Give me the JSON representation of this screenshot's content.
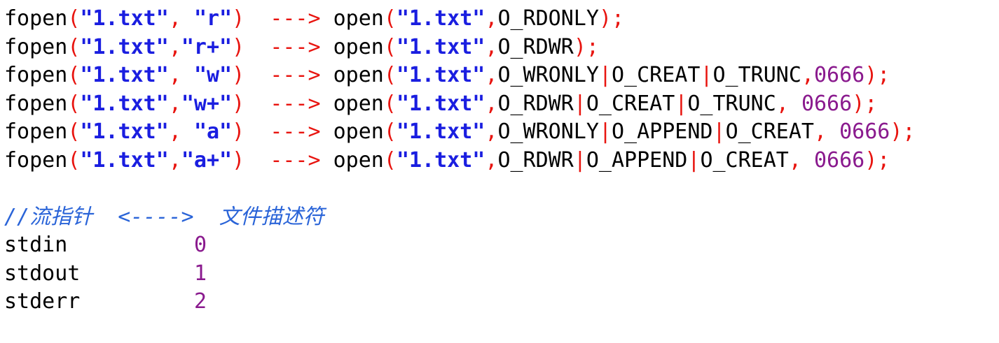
{
  "colors": {
    "background": "#ffffff",
    "keyword": "#000000",
    "operator": "#e8140f",
    "string": "#1a1ee0",
    "number": "#8a1a8e",
    "comment": "#2a64d8"
  },
  "code_lines": [
    [
      {
        "t": "fn",
        "v": "fopen"
      },
      {
        "t": "op",
        "v": "("
      },
      {
        "t": "str",
        "v": "\"1.txt\""
      },
      {
        "t": "op",
        "v": ", "
      },
      {
        "t": "str",
        "v": "\"r\""
      },
      {
        "t": "op",
        "v": ")"
      },
      {
        "t": "plain",
        "v": "  "
      },
      {
        "t": "op",
        "v": "--->"
      },
      {
        "t": "plain",
        "v": " "
      },
      {
        "t": "fn",
        "v": "open"
      },
      {
        "t": "op",
        "v": "("
      },
      {
        "t": "str",
        "v": "\"1.txt\""
      },
      {
        "t": "op",
        "v": ","
      },
      {
        "t": "id",
        "v": "O_RDONLY"
      },
      {
        "t": "op",
        "v": ");"
      }
    ],
    [
      {
        "t": "fn",
        "v": "fopen"
      },
      {
        "t": "op",
        "v": "("
      },
      {
        "t": "str",
        "v": "\"1.txt\""
      },
      {
        "t": "op",
        "v": ","
      },
      {
        "t": "str",
        "v": "\"r+\""
      },
      {
        "t": "op",
        "v": ")"
      },
      {
        "t": "plain",
        "v": "  "
      },
      {
        "t": "op",
        "v": "--->"
      },
      {
        "t": "plain",
        "v": " "
      },
      {
        "t": "fn",
        "v": "open"
      },
      {
        "t": "op",
        "v": "("
      },
      {
        "t": "str",
        "v": "\"1.txt\""
      },
      {
        "t": "op",
        "v": ","
      },
      {
        "t": "id",
        "v": "O_RDWR"
      },
      {
        "t": "op",
        "v": ");"
      }
    ],
    [
      {
        "t": "fn",
        "v": "fopen"
      },
      {
        "t": "op",
        "v": "("
      },
      {
        "t": "str",
        "v": "\"1.txt\""
      },
      {
        "t": "op",
        "v": ", "
      },
      {
        "t": "str",
        "v": "\"w\""
      },
      {
        "t": "op",
        "v": ")"
      },
      {
        "t": "plain",
        "v": "  "
      },
      {
        "t": "op",
        "v": "--->"
      },
      {
        "t": "plain",
        "v": " "
      },
      {
        "t": "fn",
        "v": "open"
      },
      {
        "t": "op",
        "v": "("
      },
      {
        "t": "str",
        "v": "\"1.txt\""
      },
      {
        "t": "op",
        "v": ","
      },
      {
        "t": "id",
        "v": "O_WRONLY"
      },
      {
        "t": "op",
        "v": "|"
      },
      {
        "t": "id",
        "v": "O_CREAT"
      },
      {
        "t": "op",
        "v": "|"
      },
      {
        "t": "id",
        "v": "O_TRUNC"
      },
      {
        "t": "op",
        "v": ","
      },
      {
        "t": "num",
        "v": "0666"
      },
      {
        "t": "op",
        "v": ");"
      }
    ],
    [
      {
        "t": "fn",
        "v": "fopen"
      },
      {
        "t": "op",
        "v": "("
      },
      {
        "t": "str",
        "v": "\"1.txt\""
      },
      {
        "t": "op",
        "v": ","
      },
      {
        "t": "str",
        "v": "\"w+\""
      },
      {
        "t": "op",
        "v": ")"
      },
      {
        "t": "plain",
        "v": "  "
      },
      {
        "t": "op",
        "v": "--->"
      },
      {
        "t": "plain",
        "v": " "
      },
      {
        "t": "fn",
        "v": "open"
      },
      {
        "t": "op",
        "v": "("
      },
      {
        "t": "str",
        "v": "\"1.txt\""
      },
      {
        "t": "op",
        "v": ","
      },
      {
        "t": "id",
        "v": "O_RDWR"
      },
      {
        "t": "op",
        "v": "|"
      },
      {
        "t": "id",
        "v": "O_CREAT"
      },
      {
        "t": "op",
        "v": "|"
      },
      {
        "t": "id",
        "v": "O_TRUNC"
      },
      {
        "t": "op",
        "v": ", "
      },
      {
        "t": "num",
        "v": "0666"
      },
      {
        "t": "op",
        "v": ");"
      }
    ],
    [
      {
        "t": "fn",
        "v": "fopen"
      },
      {
        "t": "op",
        "v": "("
      },
      {
        "t": "str",
        "v": "\"1.txt\""
      },
      {
        "t": "op",
        "v": ", "
      },
      {
        "t": "str",
        "v": "\"a\""
      },
      {
        "t": "op",
        "v": ")"
      },
      {
        "t": "plain",
        "v": "  "
      },
      {
        "t": "op",
        "v": "--->"
      },
      {
        "t": "plain",
        "v": " "
      },
      {
        "t": "fn",
        "v": "open"
      },
      {
        "t": "op",
        "v": "("
      },
      {
        "t": "str",
        "v": "\"1.txt\""
      },
      {
        "t": "op",
        "v": ","
      },
      {
        "t": "id",
        "v": "O_WRONLY"
      },
      {
        "t": "op",
        "v": "|"
      },
      {
        "t": "id",
        "v": "O_APPEND"
      },
      {
        "t": "op",
        "v": "|"
      },
      {
        "t": "id",
        "v": "O_CREAT"
      },
      {
        "t": "op",
        "v": ", "
      },
      {
        "t": "num",
        "v": "0666"
      },
      {
        "t": "op",
        "v": ");"
      }
    ],
    [
      {
        "t": "fn",
        "v": "fopen"
      },
      {
        "t": "op",
        "v": "("
      },
      {
        "t": "str",
        "v": "\"1.txt\""
      },
      {
        "t": "op",
        "v": ","
      },
      {
        "t": "str",
        "v": "\"a+\""
      },
      {
        "t": "op",
        "v": ")"
      },
      {
        "t": "plain",
        "v": "  "
      },
      {
        "t": "op",
        "v": "--->"
      },
      {
        "t": "plain",
        "v": " "
      },
      {
        "t": "fn",
        "v": "open"
      },
      {
        "t": "op",
        "v": "("
      },
      {
        "t": "str",
        "v": "\"1.txt\""
      },
      {
        "t": "op",
        "v": ","
      },
      {
        "t": "id",
        "v": "O_RDWR"
      },
      {
        "t": "op",
        "v": "|"
      },
      {
        "t": "id",
        "v": "O_APPEND"
      },
      {
        "t": "op",
        "v": "|"
      },
      {
        "t": "id",
        "v": "O_CREAT"
      },
      {
        "t": "op",
        "v": ", "
      },
      {
        "t": "num",
        "v": "0666"
      },
      {
        "t": "op",
        "v": ");"
      }
    ],
    [],
    [
      {
        "t": "com",
        "v": "//流指针  <---->  文件描述符"
      }
    ],
    [
      {
        "t": "plain",
        "v": "stdin          "
      },
      {
        "t": "num",
        "v": "0"
      }
    ],
    [
      {
        "t": "plain",
        "v": "stdout         "
      },
      {
        "t": "num",
        "v": "1"
      }
    ],
    [
      {
        "t": "plain",
        "v": "stderr         "
      },
      {
        "t": "num",
        "v": "2"
      }
    ]
  ]
}
